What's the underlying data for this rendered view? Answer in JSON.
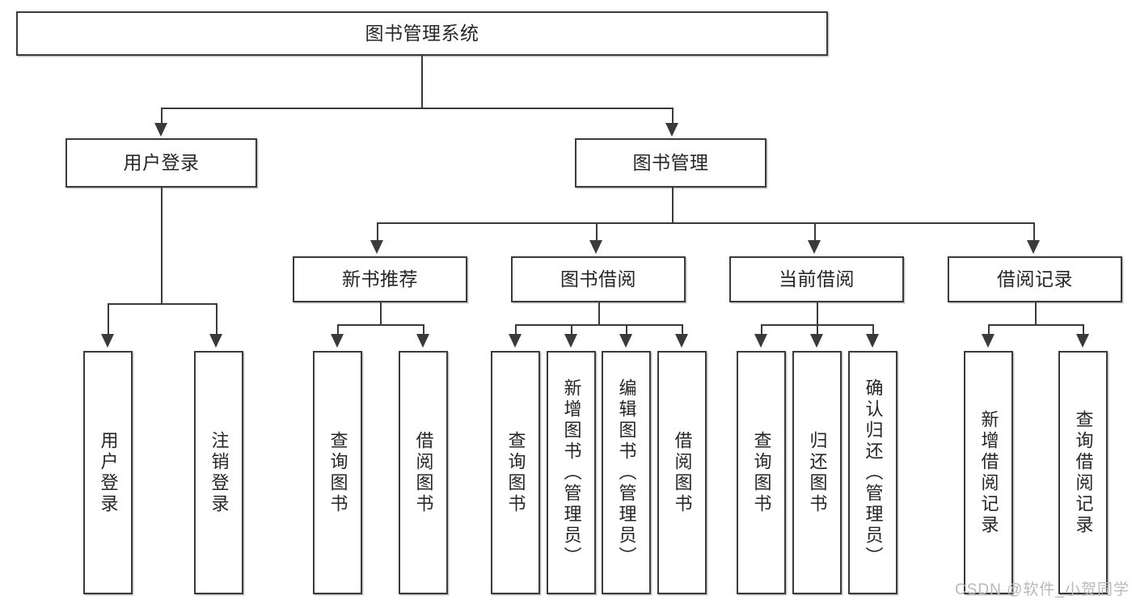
{
  "diagram": {
    "type": "tree-hierarchy",
    "title": "图书管理系统",
    "root": {
      "id": "root",
      "label": "图书管理系统"
    },
    "level2": [
      {
        "id": "user-login",
        "label": "用户登录"
      },
      {
        "id": "book-management",
        "label": "图书管理"
      }
    ],
    "level3": [
      {
        "id": "new-book-recommend",
        "label": "新书推荐",
        "parent": "book-management"
      },
      {
        "id": "book-borrow",
        "label": "图书借阅",
        "parent": "book-management"
      },
      {
        "id": "current-borrow",
        "label": "当前借阅",
        "parent": "book-management"
      },
      {
        "id": "borrow-record",
        "label": "借阅记录",
        "parent": "book-management"
      }
    ],
    "leaves": {
      "user_login": [
        {
          "id": "leaf-user-login",
          "label": "用户登录"
        },
        {
          "id": "leaf-logout-login",
          "label": "注销登录"
        }
      ],
      "new_book_recommend": [
        {
          "id": "leaf-query-book-1",
          "label": "查询图书"
        },
        {
          "id": "leaf-borrow-book-1",
          "label": "借阅图书"
        }
      ],
      "book_borrow": [
        {
          "id": "leaf-query-book-2",
          "label": "查询图书"
        },
        {
          "id": "leaf-add-book",
          "label": "新增图书（管理员）"
        },
        {
          "id": "leaf-edit-book",
          "label": "编辑图书（管理员）"
        },
        {
          "id": "leaf-borrow-book-2",
          "label": "借阅图书"
        }
      ],
      "current_borrow": [
        {
          "id": "leaf-query-book-3",
          "label": "查询图书"
        },
        {
          "id": "leaf-return-book",
          "label": "归还图书"
        },
        {
          "id": "leaf-confirm-return",
          "label": "确认归还（管理员）"
        }
      ],
      "borrow_record": [
        {
          "id": "leaf-add-record",
          "label": "新增借阅记录"
        },
        {
          "id": "leaf-query-record",
          "label": "查询借阅记录"
        }
      ]
    }
  },
  "watermark": {
    "text": "CSDN @软件_小贺同学"
  },
  "colors": {
    "stroke": "#3a3a3a",
    "text": "#262626",
    "background": "#ffffff",
    "watermark": "#b9b9b9"
  }
}
